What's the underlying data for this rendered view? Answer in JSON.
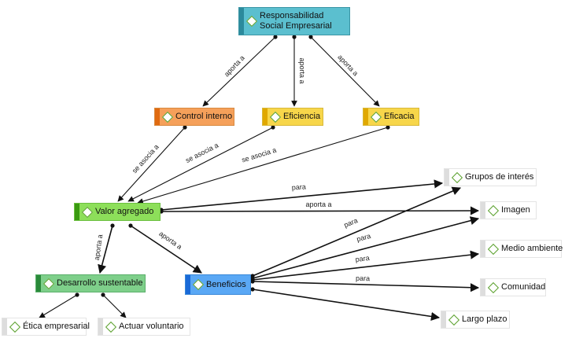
{
  "nodes": [
    {
      "id": "rse",
      "label": "Responsabilidad Social Empresarial",
      "bg": "#5bbfcf",
      "stripe": "#2c8a9c",
      "border": "#3a95a5"
    },
    {
      "id": "control",
      "label": "Control interno",
      "bg": "#f5a05a",
      "stripe": "#e06a10",
      "border": "#d88a40"
    },
    {
      "id": "eficiencia",
      "label": "Eficiencia",
      "bg": "#f7d64a",
      "stripe": "#e0a800",
      "border": "#d8b83a"
    },
    {
      "id": "eficacia",
      "label": "Eficacia",
      "bg": "#f7d64a",
      "stripe": "#e0a800",
      "border": "#d8b83a"
    },
    {
      "id": "valor",
      "label": "Valor agregado",
      "bg": "#8ddf5a",
      "stripe": "#3a9a10",
      "border": "#6cbf40"
    },
    {
      "id": "desarrollo",
      "label": "Desarrollo sustentable",
      "bg": "#7ecf8a",
      "stripe": "#2a8a3a",
      "border": "#5aaf6a"
    },
    {
      "id": "beneficios",
      "label": "Beneficios",
      "bg": "#5aa8f5",
      "stripe": "#1a6ad8",
      "border": "#3a88d8"
    },
    {
      "id": "grupos",
      "label": "Grupos de interés",
      "bg": "#ffffff",
      "stripe": "#dddddd",
      "border": "#e4e4e4"
    },
    {
      "id": "imagen",
      "label": "Imagen",
      "bg": "#ffffff",
      "stripe": "#dddddd",
      "border": "#e4e4e4"
    },
    {
      "id": "medio",
      "label": "Medio ambiente",
      "bg": "#ffffff",
      "stripe": "#dddddd",
      "border": "#e4e4e4"
    },
    {
      "id": "comunidad",
      "label": "Comunidad",
      "bg": "#ffffff",
      "stripe": "#dddddd",
      "border": "#e4e4e4"
    },
    {
      "id": "largo",
      "label": "Largo plazo",
      "bg": "#ffffff",
      "stripe": "#dddddd",
      "border": "#e4e4e4"
    },
    {
      "id": "etica",
      "label": "Ética empresarial",
      "bg": "#ffffff",
      "stripe": "#dddddd",
      "border": "#e4e4e4"
    },
    {
      "id": "actuar",
      "label": "Actuar voluntario",
      "bg": "#ffffff",
      "stripe": "#dddddd",
      "border": "#e4e4e4"
    }
  ],
  "edges": [
    {
      "from": "rse",
      "to": "control",
      "label": "aporta a"
    },
    {
      "from": "rse",
      "to": "eficiencia",
      "label": "aporta a"
    },
    {
      "from": "rse",
      "to": "eficacia",
      "label": "aporta a"
    },
    {
      "from": "control",
      "to": "valor",
      "label": "se asocia a"
    },
    {
      "from": "eficiencia",
      "to": "valor",
      "label": "se asocia a"
    },
    {
      "from": "eficacia",
      "to": "valor",
      "label": "se asocia a"
    },
    {
      "from": "valor",
      "to": "grupos",
      "label": "para"
    },
    {
      "from": "valor",
      "to": "imagen",
      "label": "aporta a"
    },
    {
      "from": "valor",
      "to": "desarrollo",
      "label": "aporta a"
    },
    {
      "from": "valor",
      "to": "beneficios",
      "label": "aporta a"
    },
    {
      "from": "beneficios",
      "to": "grupos",
      "label": "para"
    },
    {
      "from": "beneficios",
      "to": "imagen",
      "label": "para"
    },
    {
      "from": "beneficios",
      "to": "medio",
      "label": "para"
    },
    {
      "from": "beneficios",
      "to": "comunidad",
      "label": "para"
    },
    {
      "from": "beneficios",
      "to": "largo",
      "label": ""
    },
    {
      "from": "desarrollo",
      "to": "etica",
      "label": ""
    },
    {
      "from": "desarrollo",
      "to": "actuar",
      "label": ""
    }
  ]
}
